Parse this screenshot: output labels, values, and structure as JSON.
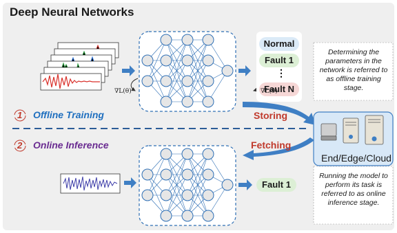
{
  "title": "Deep Neural Networks",
  "stages": {
    "offline": {
      "number": "1",
      "label": "Offline Training"
    },
    "online": {
      "number": "2",
      "label": "Online Inference"
    }
  },
  "outputs": {
    "normal": "Normal",
    "fault1": "Fault 1",
    "faultN": "Fault N",
    "ellipsis": "⋮",
    "inference_result": "Fault 1"
  },
  "gradient_label": "∇L(θ)",
  "storing": "Storing",
  "fetching": "Fetching",
  "deployment": "End/Edge/Cloud",
  "notes": {
    "offline": "Determining the parameters in the network is referred to as offline training stage.",
    "online": "Running the model to perform its task is referred to as online inference stage."
  },
  "colors": {
    "normal_pill": "#dbeaf7",
    "fault_pill": "#dcefd5",
    "faultN_pill": "#f6d7d6",
    "net_border": "#2e6fb5",
    "arrow": "#3f7fc4",
    "divider": "#2b5c97"
  }
}
